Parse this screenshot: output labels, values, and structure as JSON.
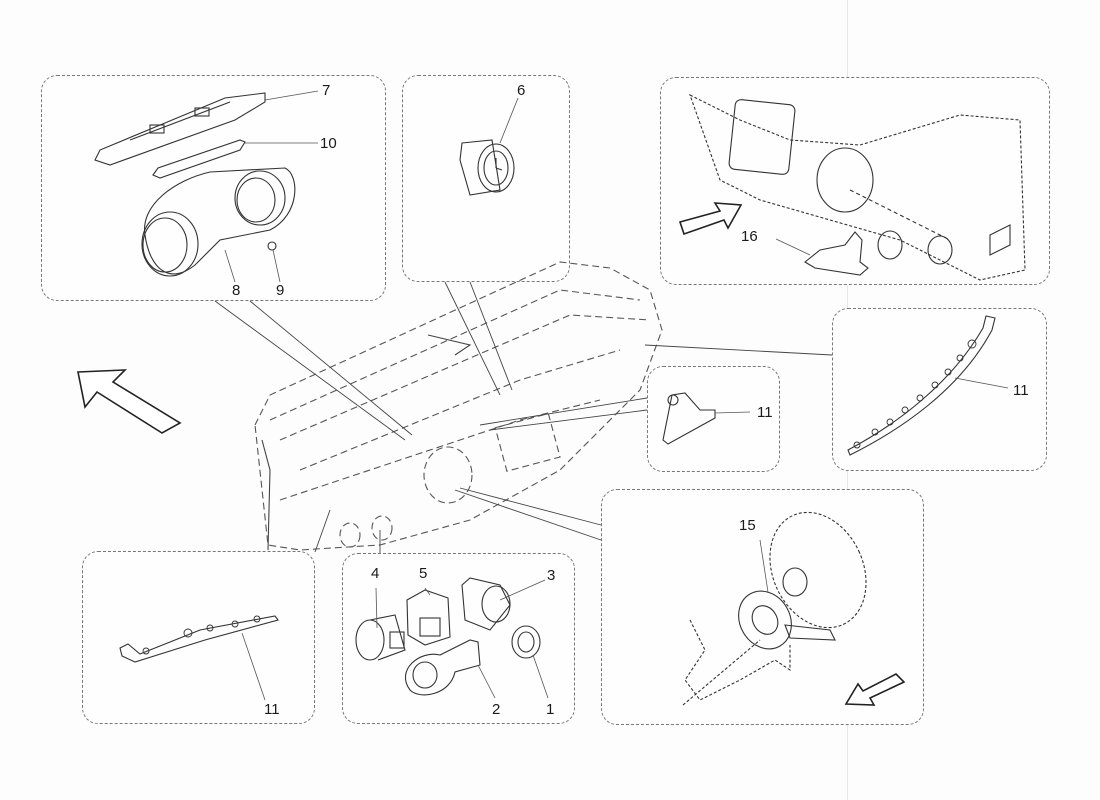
{
  "diagram": {
    "type": "exploded-parts-diagram",
    "subject": "dashboard instruments and controls",
    "colors": {
      "line": "#333333",
      "panel_border": "#777777",
      "background": "#fdfdfd"
    },
    "panels": [
      {
        "id": "instrument-cluster",
        "callouts": [
          "7",
          "10",
          "8",
          "9"
        ]
      },
      {
        "id": "clock",
        "callouts": [
          "6"
        ]
      },
      {
        "id": "dashboard-overview",
        "callouts": [
          "16"
        ]
      },
      {
        "id": "bracket-small",
        "callouts": [
          "11"
        ]
      },
      {
        "id": "led-strip-right",
        "callouts": [
          "11"
        ]
      },
      {
        "id": "led-strip-left",
        "callouts": [
          "11"
        ]
      },
      {
        "id": "switches",
        "callouts": [
          "4",
          "5",
          "3",
          "2",
          "1"
        ]
      },
      {
        "id": "steering-column-switch",
        "callouts": [
          "15"
        ]
      }
    ],
    "callouts": {
      "c7": "7",
      "c10": "10",
      "c8": "8",
      "c9": "9",
      "c6": "6",
      "c16": "16",
      "c11a": "11",
      "c11b": "11",
      "c11c": "11",
      "c4": "4",
      "c5": "5",
      "c3": "3",
      "c2": "2",
      "c1": "1",
      "c15": "15"
    },
    "arrows": [
      "direction-arrow-up-left",
      "direction-arrow-up-right",
      "direction-arrow-down-left"
    ]
  }
}
